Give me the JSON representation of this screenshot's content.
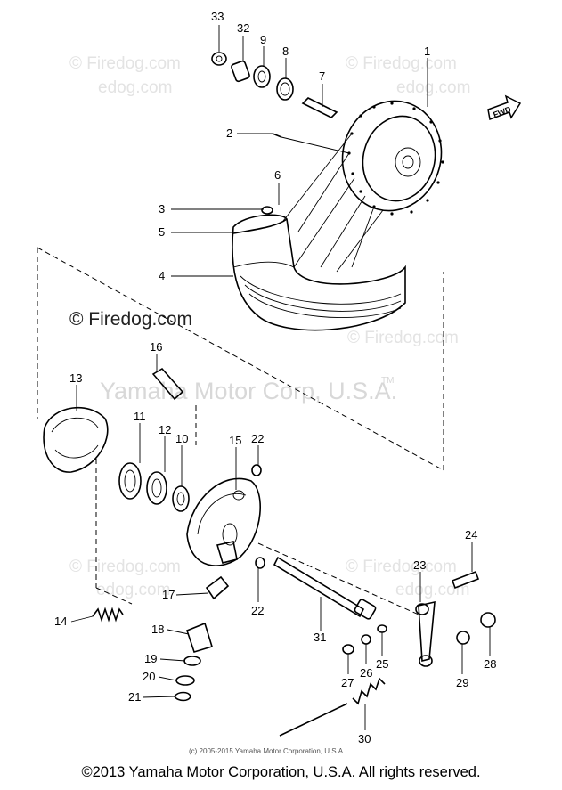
{
  "watermarks": {
    "site": "© Firedog.com",
    "fragment": "edog.com",
    "maker": "Yamaha Motor Corp, U.S.A.",
    "tm": "TM",
    "small_credit": "(c) 2005-2015 Yamaha Motor Corporation, U.S.A."
  },
  "fwd_label": "FWD",
  "callouts": {
    "c1": "1",
    "c2": "2",
    "c3": "3",
    "c4": "4",
    "c5": "5",
    "c6": "6",
    "c7": "7",
    "c8": "8",
    "c9": "9",
    "c10": "10",
    "c11": "11",
    "c12": "12",
    "c13": "13",
    "c14": "14",
    "c15": "15",
    "c16": "16",
    "c17": "17",
    "c18": "18",
    "c19": "19",
    "c20": "20",
    "c21": "21",
    "c22a": "22",
    "c22b": "22",
    "c23": "23",
    "c24": "24",
    "c25": "25",
    "c26": "26",
    "c27": "27",
    "c28": "28",
    "c29": "29",
    "c30": "30",
    "c31": "31",
    "c32": "32",
    "c33": "33"
  },
  "footer": {
    "copyright": "©2013 Yamaha Motor Corporation, U.S.A. All rights reserved."
  }
}
